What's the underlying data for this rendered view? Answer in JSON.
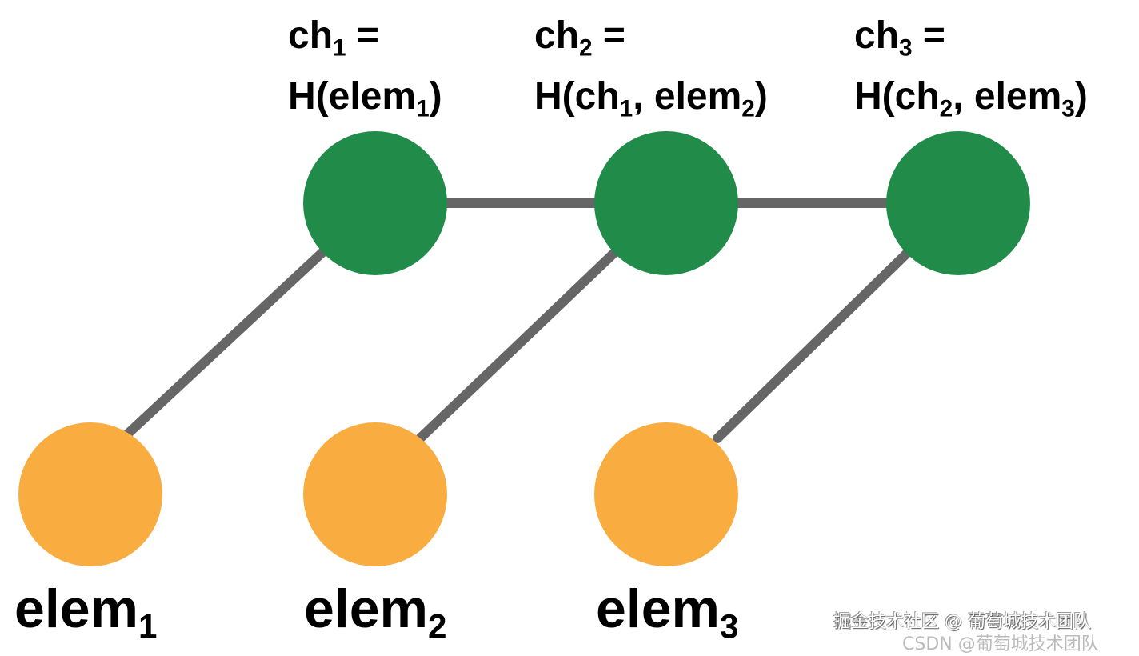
{
  "colors": {
    "chain_node": "#218B4A",
    "element_node": "#F9AD40",
    "edge": "#666666"
  },
  "chain_nodes": [
    {
      "line1": {
        "base": "ch",
        "sub": "1",
        "rest": " ="
      },
      "line2": [
        {
          "t": "H(elem"
        },
        {
          "s": "1"
        },
        {
          "t": ")"
        }
      ]
    },
    {
      "line1": {
        "base": "ch",
        "sub": "2",
        "rest": " ="
      },
      "line2": [
        {
          "t": "H(ch"
        },
        {
          "s": "1"
        },
        {
          "t": ", elem"
        },
        {
          "s": "2"
        },
        {
          "t": ")"
        }
      ]
    },
    {
      "line1": {
        "base": "ch",
        "sub": "3",
        "rest": " ="
      },
      "line2": [
        {
          "t": "H(ch"
        },
        {
          "s": "2"
        },
        {
          "t": ", elem"
        },
        {
          "s": "3"
        },
        {
          "t": ")"
        }
      ]
    }
  ],
  "element_nodes": [
    {
      "base": "elem",
      "sub": "1"
    },
    {
      "base": "elem",
      "sub": "2"
    },
    {
      "base": "elem",
      "sub": "3"
    }
  ],
  "watermarks": {
    "juejin": "掘金技术社区 @ 葡萄城技术团队",
    "csdn": "CSDN @葡萄城技术团队"
  }
}
